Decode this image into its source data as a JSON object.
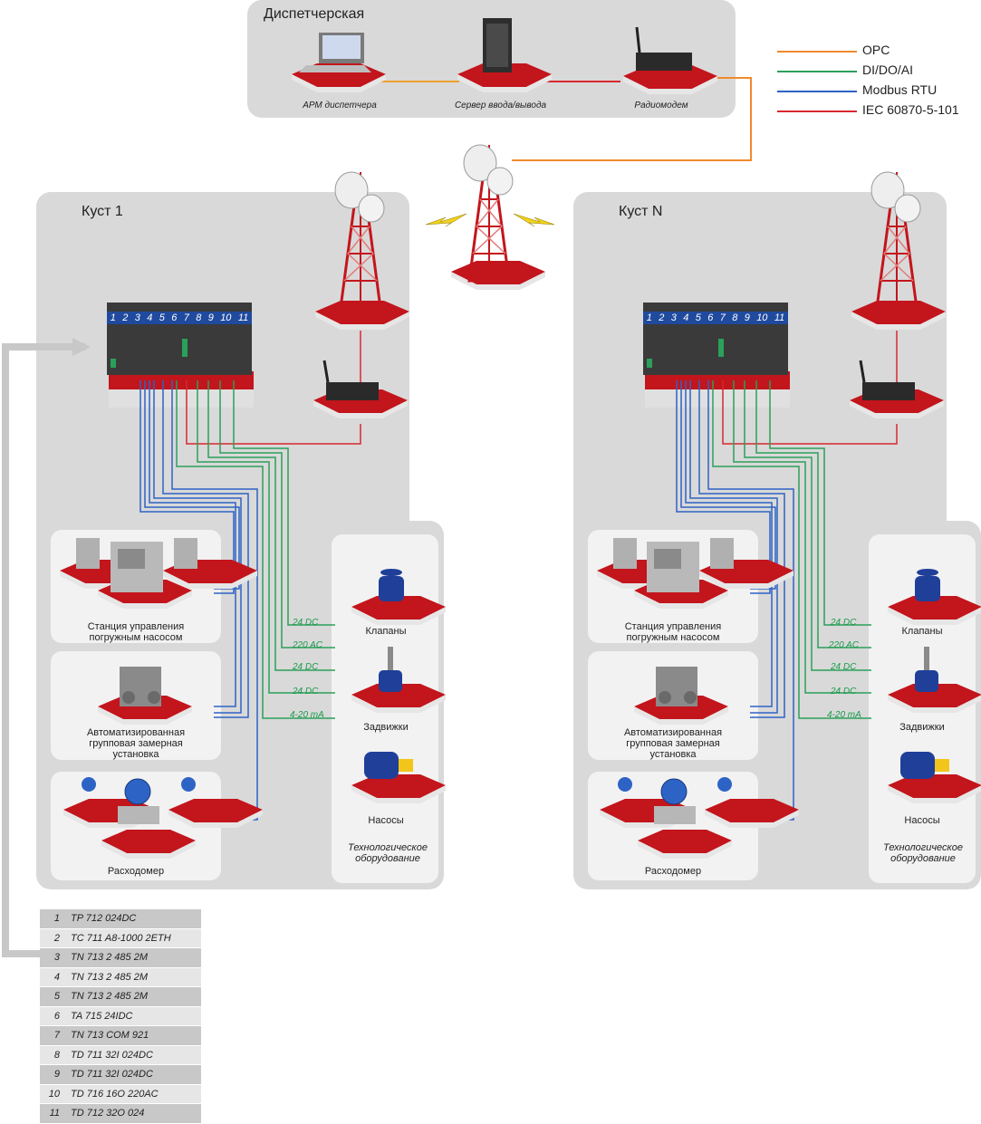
{
  "control_room": {
    "title": "Диспетчерская",
    "workstation": "АРМ диспетчера",
    "server": "Сервер ввода/вывода",
    "radiomodem": "Радиомодем"
  },
  "legend": [
    {
      "label": "OPC",
      "color": "#f08a2c"
    },
    {
      "label": "DI/DO/AI",
      "color": "#2aa05a"
    },
    {
      "label": "Modbus RTU",
      "color": "#2e63c6"
    },
    {
      "label": "IEC 60870-5-101",
      "color": "#d8282e"
    }
  ],
  "clusters": [
    {
      "title": "Куст 1",
      "modules": [
        "1",
        "2",
        "3",
        "4",
        "5",
        "6",
        "7",
        "8",
        "9",
        "10",
        "11"
      ],
      "station": "Станция управления погружным насосом",
      "metering": "Автоматизированная групповая замерная установка",
      "flowmeter": "Расходомер",
      "valves": "Клапаны",
      "gates": "Задвижки",
      "pumps": "Насосы",
      "equipment": "Технологическое оборудование",
      "signals": [
        "24 DC",
        "220 AC",
        "24 DC",
        "24 DC",
        "4-20 mA"
      ]
    },
    {
      "title": "Куст N",
      "modules": [
        "1",
        "2",
        "3",
        "4",
        "5",
        "6",
        "7",
        "8",
        "9",
        "10",
        "11"
      ],
      "station": "Станция управления погружным насосом",
      "metering": "Автоматизированная групповая замерная установка",
      "flowmeter": "Расходомер",
      "valves": "Клапаны",
      "gates": "Задвижки",
      "pumps": "Насосы",
      "equipment": "Технологическое оборудование",
      "signals": [
        "24 DC",
        "220 AC",
        "24 DC",
        "24 DC",
        "4-20 mA"
      ]
    }
  ],
  "modules_table": [
    {
      "n": "1",
      "name": "TP 712 024DC"
    },
    {
      "n": "2",
      "name": "TC 711 A8-1000 2ETH"
    },
    {
      "n": "3",
      "name": "TN 713 2 485 2M"
    },
    {
      "n": "4",
      "name": "TN 713 2 485 2M"
    },
    {
      "n": "5",
      "name": "TN 713 2 485 2M"
    },
    {
      "n": "6",
      "name": "TA 715 24IDC"
    },
    {
      "n": "7",
      "name": "TN 713 COM 921"
    },
    {
      "n": "8",
      "name": "TD 711 32I 024DC"
    },
    {
      "n": "9",
      "name": "TD 711 32I 024DC"
    },
    {
      "n": "10",
      "name": "TD 716 16O 220AC"
    },
    {
      "n": "11",
      "name": "TD 712 32O 024"
    }
  ]
}
